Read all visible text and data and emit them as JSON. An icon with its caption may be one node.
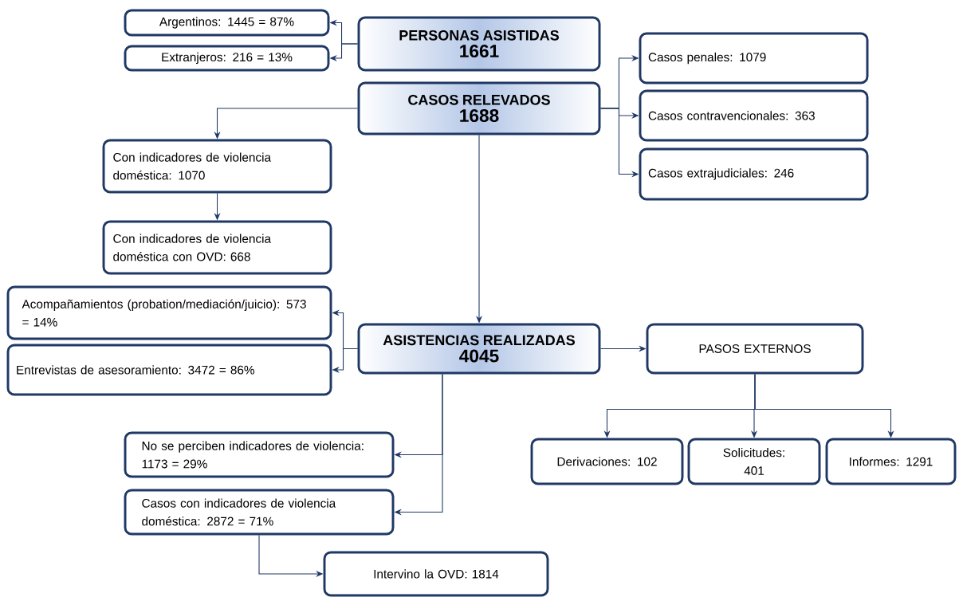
{
  "diagram": {
    "nodes": [
      {
        "text": [
          "PERSONAS ASISTIDAS",
          "1661"
        ]
      },
      {
        "text": [
          "Argentinos: 1445 = 87%"
        ]
      },
      {
        "text": [
          "Extranjeros: 216 = 13%"
        ]
      },
      {
        "text": [
          "CASOS RELEVADOS",
          "1688"
        ]
      },
      {
        "text": [
          "Casos penales: 1079"
        ]
      },
      {
        "text": [
          "Casos contravencionales: 363"
        ]
      },
      {
        "text": [
          "Casos extrajudiciales:  246"
        ]
      },
      {
        "text": [
          "Con indicadores de violencia doméstica: 1070"
        ]
      },
      {
        "text": [
          "Con indicadores de violencia doméstica con OVD: 668"
        ]
      },
      {
        "text": [
          "ASISTENCIAS REALIZADAS",
          "4045"
        ]
      },
      {
        "text": [
          "Acompañamientos (probation/mediación/juicio): 573 = 14%"
        ]
      },
      {
        "text": [
          "Entrevistas de asesoramiento: 3472 = 86%"
        ]
      },
      {
        "text": [
          "PASOS EXTERNOS"
        ]
      },
      {
        "text": [
          "Derivaciones: 102"
        ]
      },
      {
        "text": [
          "Solicitudes: 401"
        ]
      },
      {
        "text": [
          "Informes: 1291"
        ]
      },
      {
        "text": [
          "No se perciben indicadores de violencia:  1173 = 29%"
        ]
      },
      {
        "text": [
          "Casos con indicadores de violencia doméstica: 2872 = 71%"
        ]
      },
      {
        "text": [
          "Intervino la OVD: 1814"
        ]
      }
    ],
    "edges": [
      {
        "from": 0,
        "to": 1,
        "arrow": "to"
      },
      {
        "from": 0,
        "to": 2,
        "arrow": "to"
      },
      {
        "from": 3,
        "to": 4,
        "arrow": "to"
      },
      {
        "from": 3,
        "to": 5,
        "arrow": "to"
      },
      {
        "from": 3,
        "to": 6,
        "arrow": "to"
      },
      {
        "from": 3,
        "to": 7,
        "arrow": "to"
      },
      {
        "from": 7,
        "to": 8,
        "arrow": "to"
      },
      {
        "from": 3,
        "to": 9,
        "arrow": "to"
      },
      {
        "from": 9,
        "to": 10,
        "arrow": "to"
      },
      {
        "from": 9,
        "to": 11,
        "arrow": "to"
      },
      {
        "from": 9,
        "to": 12,
        "arrow": "to"
      },
      {
        "from": 12,
        "to": 13,
        "arrow": "to"
      },
      {
        "from": 12,
        "to": 14,
        "arrow": "to"
      },
      {
        "from": 12,
        "to": 15,
        "arrow": "to"
      },
      {
        "from": 9,
        "to": 16,
        "arrow": "to"
      },
      {
        "from": 9,
        "to": 17,
        "arrow": "to"
      },
      {
        "from": 17,
        "to": 18,
        "arrow": "to"
      }
    ]
  }
}
